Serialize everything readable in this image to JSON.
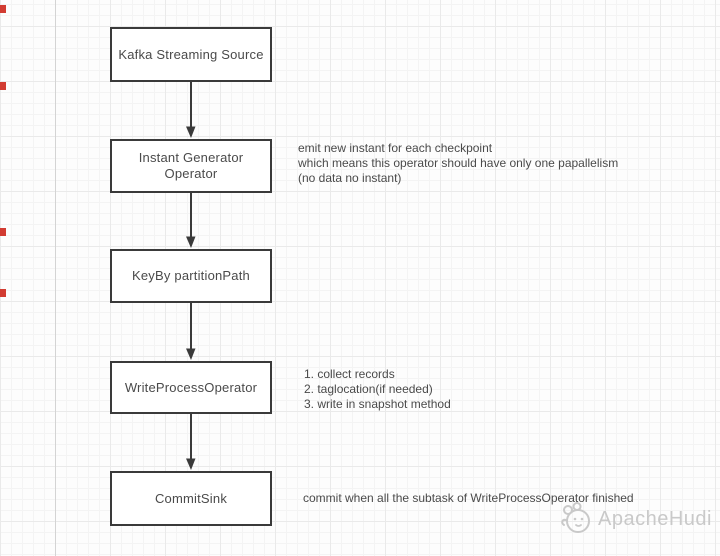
{
  "diagram": {
    "title_hint": "Flink to Hudi streaming write flow",
    "nodes": [
      {
        "label": "Kafka Streaming Source"
      },
      {
        "label": "Instant Generator\nOperator"
      },
      {
        "label": "KeyBy partitionPath"
      },
      {
        "label": "WriteProcessOperator"
      },
      {
        "label": "CommitSink"
      }
    ],
    "annotations": [
      {
        "text": "emit new instant for each checkpoint\nwhich means this operator should have only one papallelism\n(no data no instant)"
      },
      {
        "text": "1. collect records\n2. taglocation(if needed)\n3. write in snapshot method"
      },
      {
        "text": "commit when all the subtask of WriteProcessOperator finished"
      }
    ]
  },
  "watermark": {
    "text": "ApacheHudi",
    "icon": "hudi-mascot-icon"
  },
  "colors": {
    "node_border": "#3a3a3a",
    "node_text": "#4a4a4a",
    "annotation_text": "#4a4a4a",
    "grid_minor": "#f4f4f4",
    "grid_major": "#eaeaea",
    "grid_accent_line": "#d4d4d4",
    "watermark_gray": "#c9c9c9",
    "red_edge_mark": "#d23c32"
  }
}
